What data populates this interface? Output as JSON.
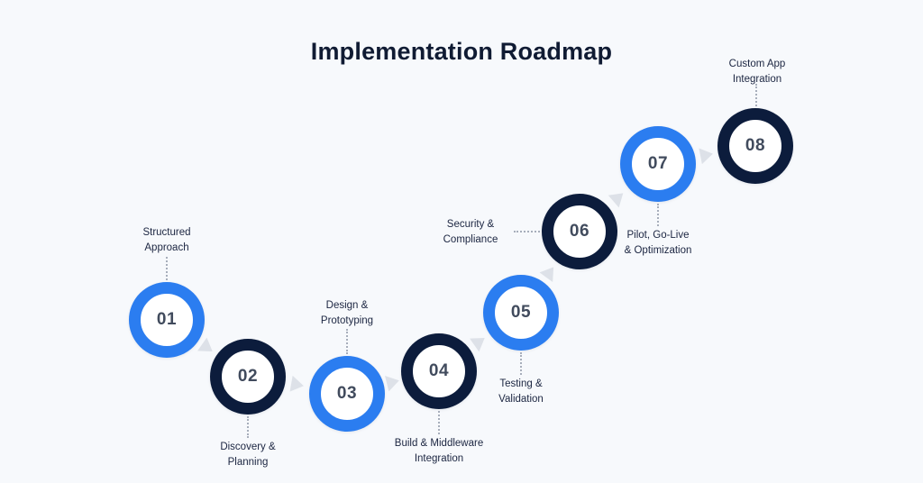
{
  "page": {
    "title": "Implementation Roadmap"
  },
  "colors": {
    "blue": "#2b7df0",
    "navy": "#0c1c3c",
    "number": "#414b5d",
    "label": "#1b2541",
    "arrow": "#dde1e8",
    "connector": "#a7aebb",
    "background": "#f7f9fc"
  },
  "steps": [
    {
      "number": "01",
      "label": "Structured\nApproach",
      "color": "blue"
    },
    {
      "number": "02",
      "label": "Discovery &\nPlanning",
      "color": "navy"
    },
    {
      "number": "03",
      "label": "Design &\nPrototyping",
      "color": "blue"
    },
    {
      "number": "04",
      "label": "Build & Middleware\nIntegration",
      "color": "navy"
    },
    {
      "number": "05",
      "label": "Testing &\nValidation",
      "color": "blue"
    },
    {
      "number": "06",
      "label": "Security &\nCompliance",
      "color": "navy"
    },
    {
      "number": "07",
      "label": "Pilot, Go-Live\n& Optimization",
      "color": "blue"
    },
    {
      "number": "08",
      "label": "Custom App\nIntegration",
      "color": "navy"
    }
  ]
}
